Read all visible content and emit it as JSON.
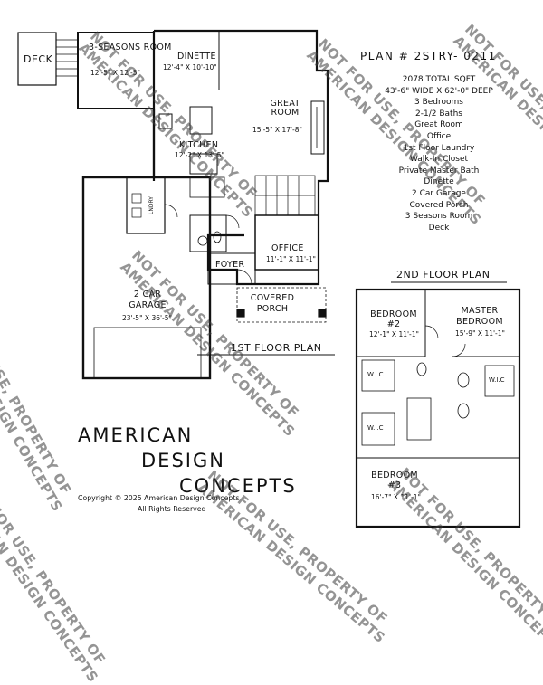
{
  "plan": {
    "title": "PLAN # 2STRY- 0211",
    "specs": [
      "2078 TOTAL SQFT",
      "43'-6\" WIDE X 62'-0\" DEEP",
      "3 Bedrooms",
      "2-1/2 Baths",
      "Great Room",
      "Office",
      "1st Floor Laundry",
      "Walk-In Closet",
      "Private Master Bath",
      "Dinette",
      "2 Car Garage",
      "Covered Porch",
      "3 Seasons Room",
      "Deck"
    ]
  },
  "first_floor": {
    "label": "1ST FLOOR PLAN",
    "rooms": {
      "deck": {
        "name": "DECK"
      },
      "seasons": {
        "name": "3-SEASONS ROOM",
        "dims": "12'-5\" X 12'-5\""
      },
      "dinette": {
        "name": "DINETTE",
        "dims": "12'-4\" X 10'-10\""
      },
      "great_room": {
        "name": "GREAT ROOM",
        "dims": "15'-5\" X 17'-8\""
      },
      "kitchen": {
        "name": "KITCHEN",
        "dims": "12'-2\" X 13'-5\""
      },
      "laundry": {
        "name": "LNDRY"
      },
      "office": {
        "name": "OFFICE",
        "dims": "11'-1\" X 11'-1\""
      },
      "foyer": {
        "name": "FOYER"
      },
      "porch": {
        "name": "COVERED PORCH"
      },
      "garage": {
        "name": "2 CAR GARAGE",
        "dims": "23'-5\" X 36'-5\""
      }
    }
  },
  "second_floor": {
    "label": "2ND FLOOR PLAN",
    "rooms": {
      "bedroom2": {
        "name": "BEDROOM #2",
        "dims": "12'-1\" X 11'-1\""
      },
      "master": {
        "name": "MASTER BEDROOM",
        "dims": "15'-9\" X 11'-1\""
      },
      "wic1": {
        "name": "W.I.C"
      },
      "wic2": {
        "name": "W.I.C"
      },
      "wic3": {
        "name": "W.I.C"
      },
      "bedroom3": {
        "name": "BEDROOM #3",
        "dims": "16'-7\" X 11'-1\""
      }
    }
  },
  "brand": {
    "line1": "AMERICAN",
    "line2": "DESIGN",
    "line3": "CONCEPTS",
    "copyright": "Copyright © 2025 American Design Concepts",
    "rights": "All Rights Reserved"
  },
  "watermark": {
    "line1": "NOT FOR USE, PROPERTY OF",
    "line2": "AMERICAN DESIGN CONCEPTS"
  }
}
